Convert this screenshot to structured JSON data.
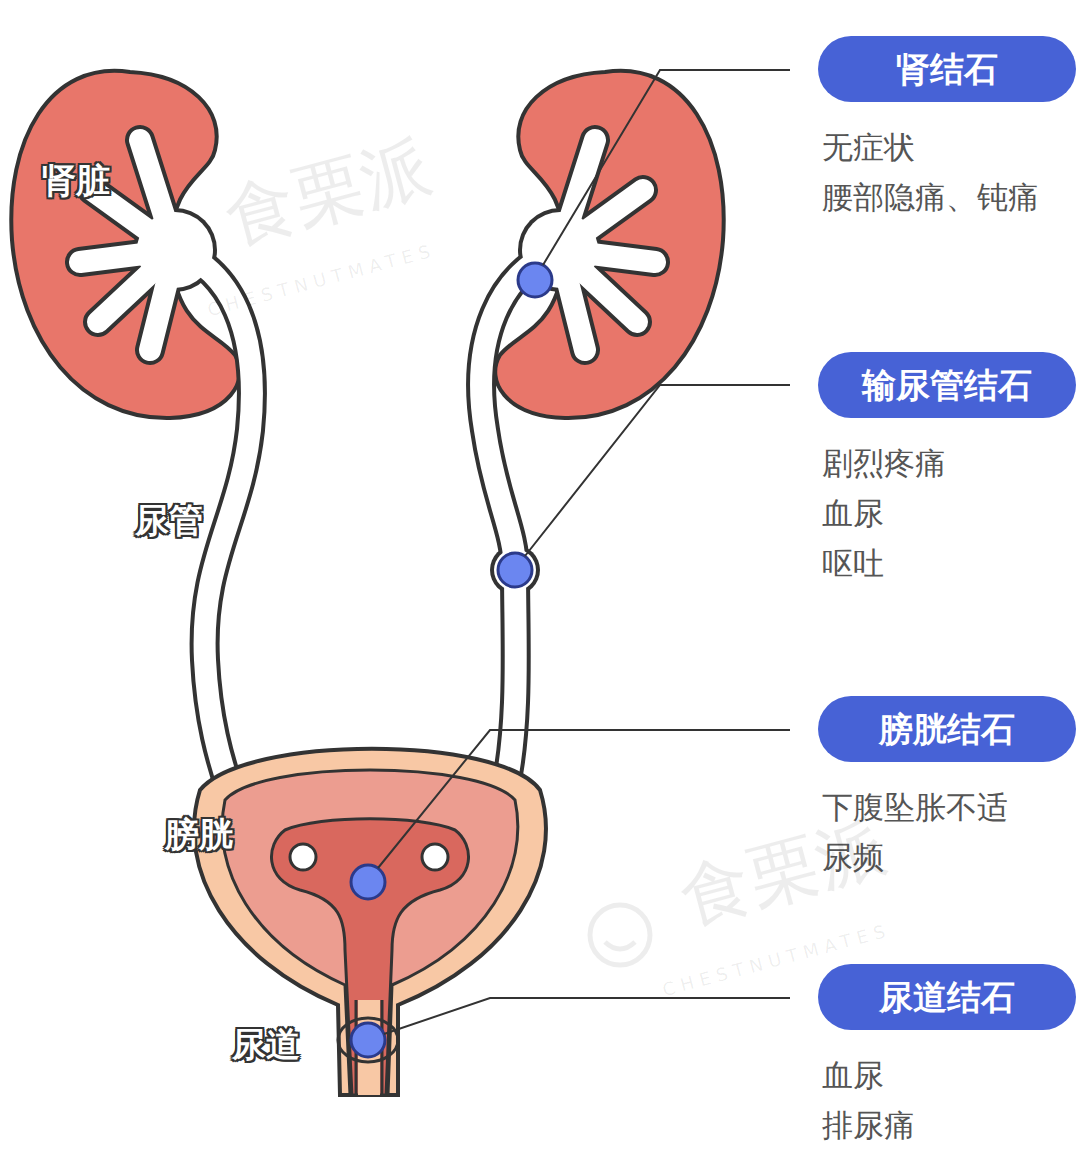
{
  "diagram": {
    "nodes": [
      {
        "text": [
          "肾结石",
          "无症状",
          "腰部隐痛、钝痛"
        ]
      },
      {
        "text": [
          "输尿管结石",
          "剧烈疼痛",
          "血尿",
          "呕吐"
        ]
      },
      {
        "text": [
          "膀胱结石",
          "下腹坠胀不适",
          "尿频"
        ]
      },
      {
        "text": [
          "尿道结石",
          "血尿",
          "排尿痛"
        ]
      }
    ],
    "labels": [
      "肾脏",
      "尿管",
      "膀胱",
      "尿道",
      "食栗派",
      "CHESTNUTMATES",
      "食栗派",
      "CHESTNUTMATES"
    ]
  }
}
